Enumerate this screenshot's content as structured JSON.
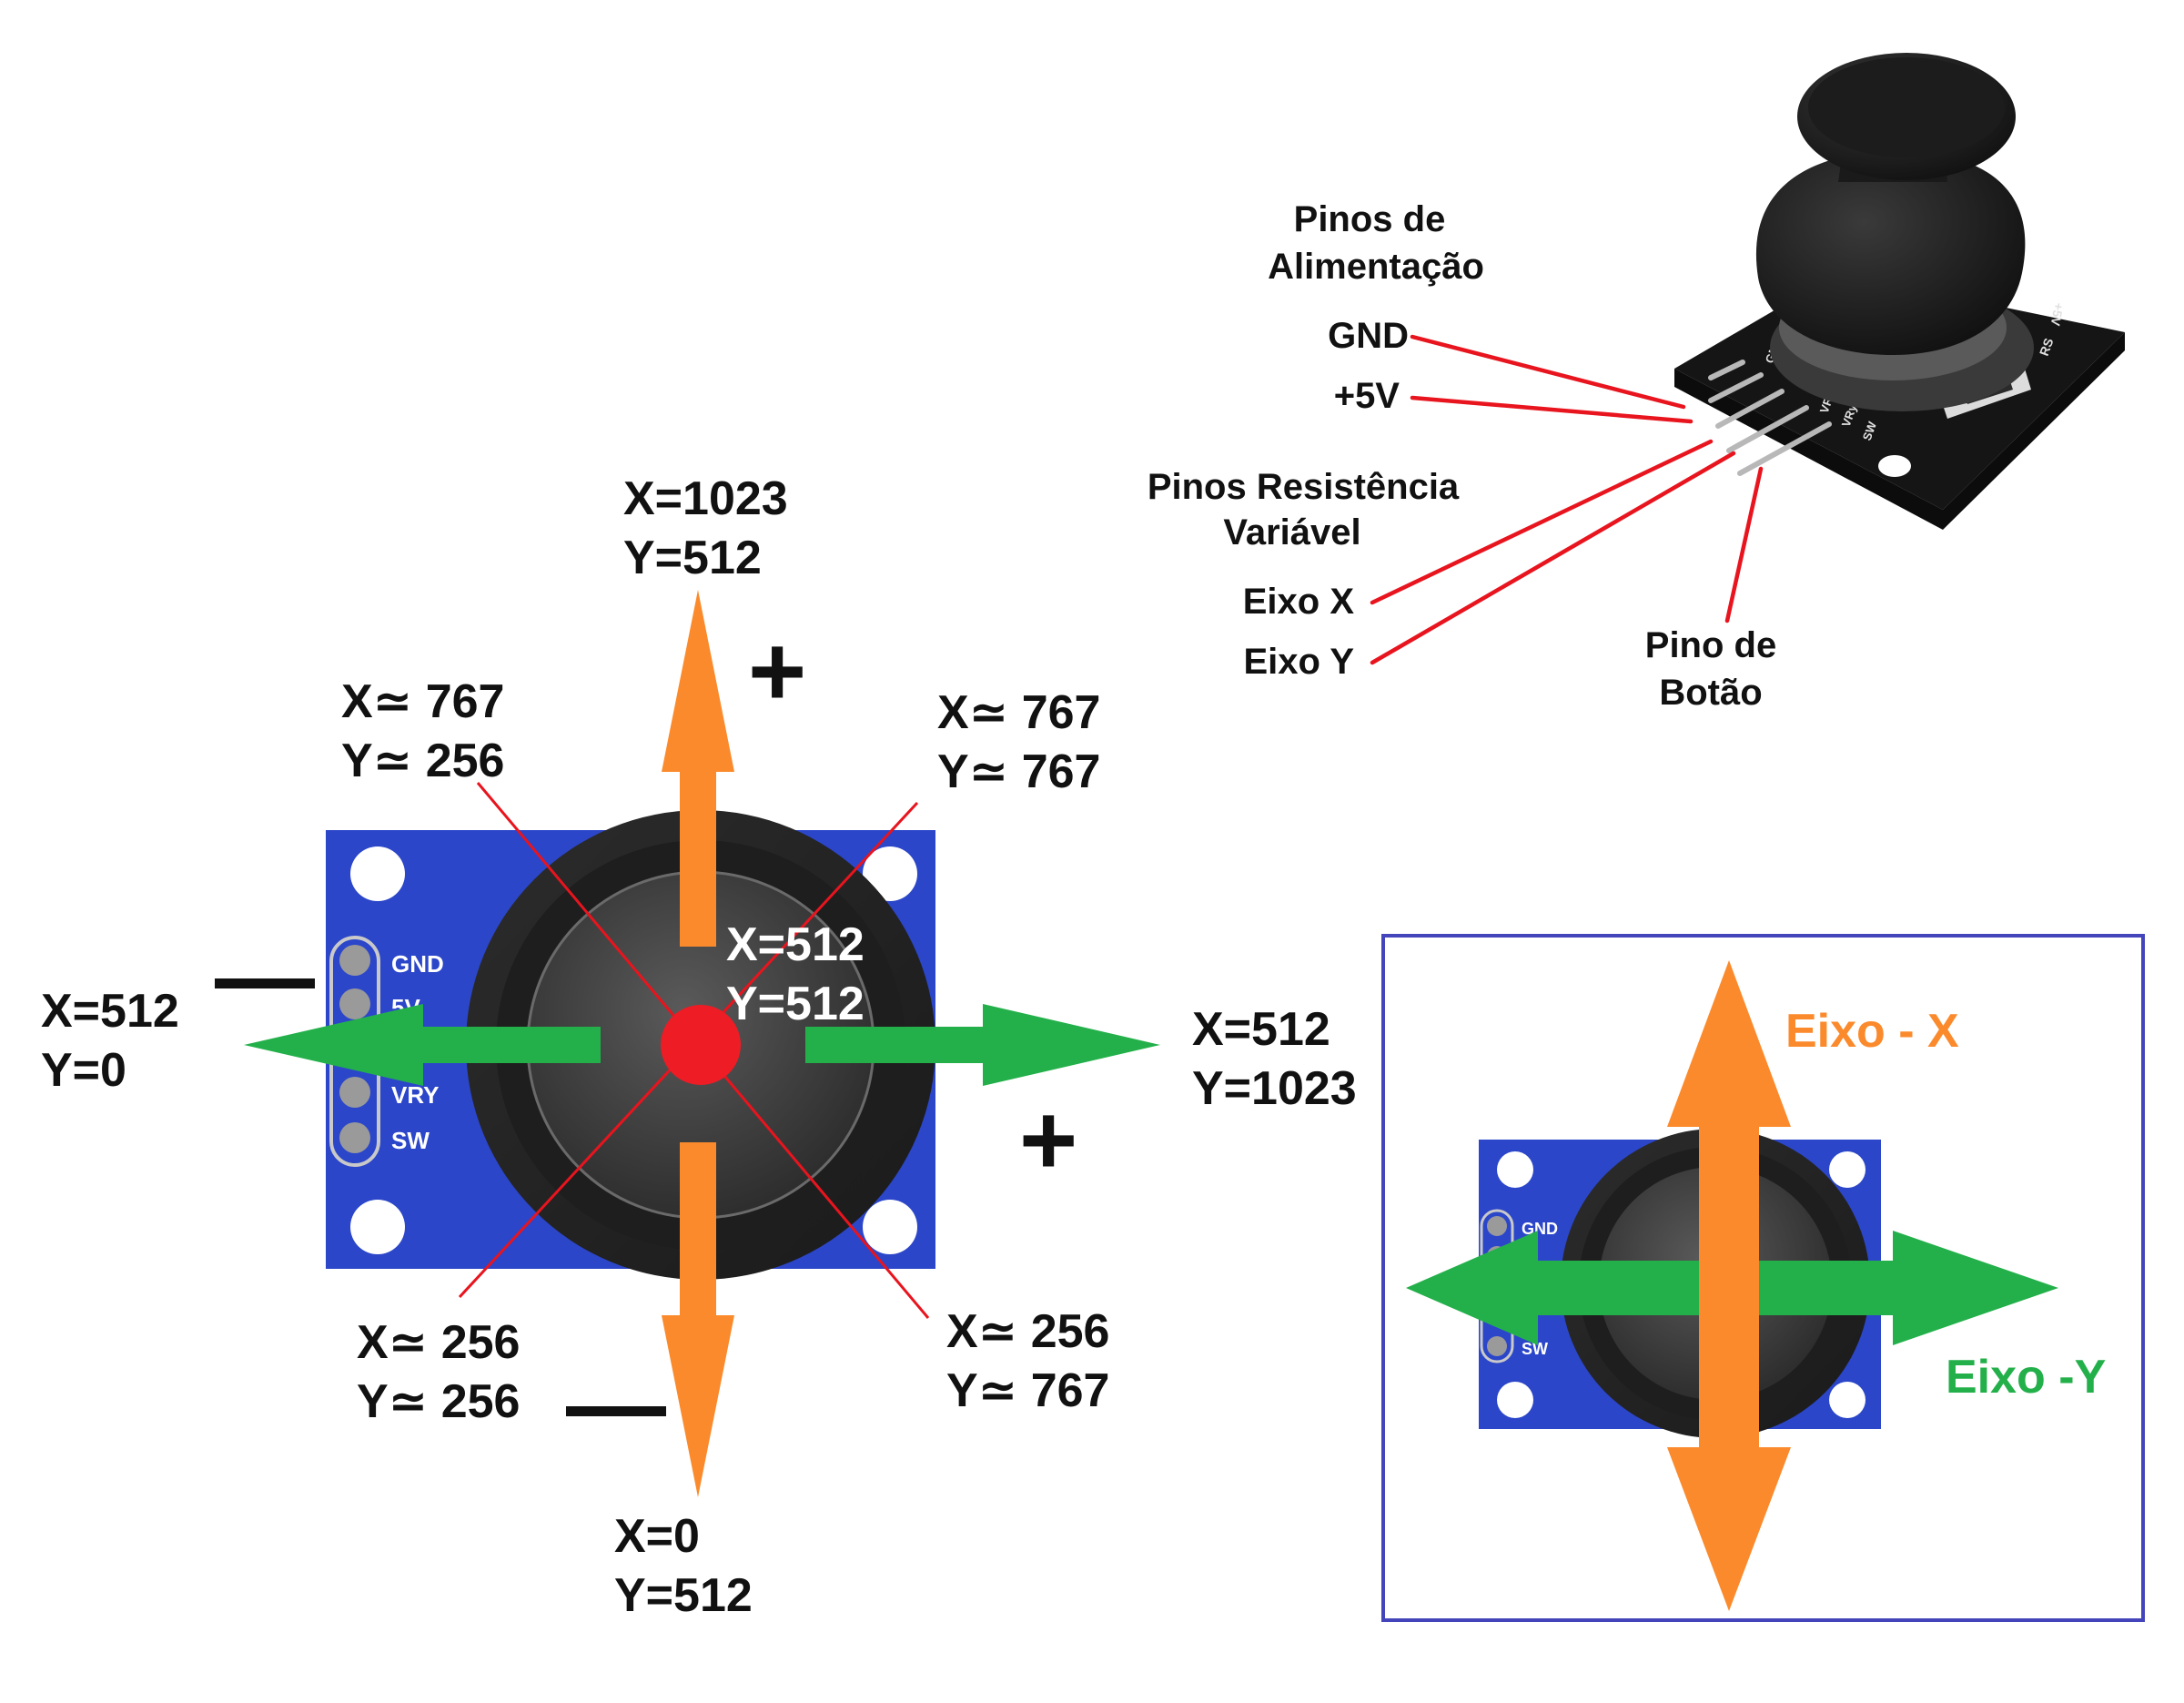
{
  "colors": {
    "board_blue": "#2b46c9",
    "stick_black": "#232323",
    "cap_grey": "#4a4a4a",
    "arrow_orange": "#fb8a2c",
    "arrow_green": "#23b04a",
    "guide_red": "#e8141e",
    "center_dot_red": "#ee1c25",
    "frame_blue": "#4444bb",
    "label_black": "#111111"
  },
  "pinout_labels": {
    "power_title_line1": "Pinos de",
    "power_title_line2": "Alimentação",
    "gnd": "GND",
    "v5": "+5V",
    "resistance_title_line1": "Pinos Resistência",
    "resistance_title_line2": "Variável",
    "axis_x": "Eixo X",
    "axis_y": "Eixo Y",
    "button_title_line1": "Pino de",
    "button_title_line2": "Botão"
  },
  "module_silkscreen": {
    "gnd": "GND",
    "v5": "+5V",
    "vrx": "VRx",
    "vry": "VRy",
    "sw": "SW",
    "rs": "RS"
  },
  "board_pins": {
    "gnd": "GND",
    "v5": "5V",
    "vry": "VRY",
    "sw": "SW"
  },
  "positions": {
    "up": {
      "x": "X=1023",
      "y": "Y=512"
    },
    "down": {
      "x": "X=0",
      "y": "Y=512"
    },
    "left": {
      "x": "X=512",
      "y": "Y=0"
    },
    "right": {
      "x": "X=512",
      "y": "Y=1023"
    },
    "center": {
      "x": "X=512",
      "y": "Y=512"
    },
    "up_left": {
      "x": "X≃ 767",
      "y": "Y≃ 256"
    },
    "up_right": {
      "x": "X≃ 767",
      "y": "Y≃ 767"
    },
    "down_left": {
      "x": "X≃ 256",
      "y": "Y≃ 256"
    },
    "down_right": {
      "x": "X≃ 256",
      "y": "Y≃ 767"
    }
  },
  "signs": {
    "plus": "+",
    "minus": "—"
  },
  "legend": {
    "axis_x": "Eixo - X",
    "axis_y": "Eixo -Y",
    "pins": {
      "gnd": "GND",
      "sw": "SW"
    }
  },
  "icons": [
    "joystick-module-photo",
    "joystick-board",
    "center-dot",
    "axis-arrows"
  ]
}
